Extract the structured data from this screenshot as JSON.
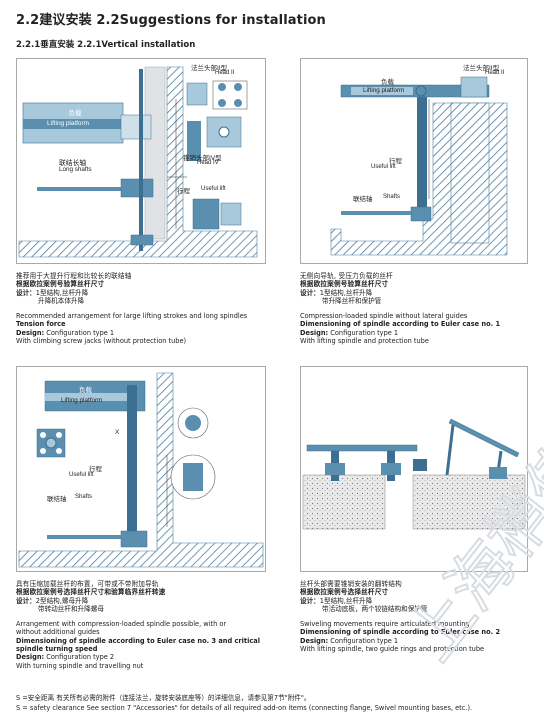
{
  "header": {
    "title": "2.2建议安装  2.2Suggestions for installation",
    "subtitle": "2.2.1垂直安装  2.2.1Vertical installation"
  },
  "panels": [
    {
      "labels": {
        "platform_zh": "负载",
        "platform_en": "Lifting platform",
        "flange_zh": "法兰头部II型",
        "flange_en": "Head II",
        "nut_zh": "锥销头部IV型",
        "nut_en": "Head IV",
        "shaft_zh": "联结长轴",
        "shaft_en": "Long shafts",
        "lift_zh": "行程",
        "lift_en": "Useful lift",
        "s": "S"
      },
      "caption": {
        "zh1": "推荐用于大提升行程和比较长的联结轴",
        "zh2": "根据欧拉案例号验算丝杆尺寸",
        "zh3a": "设计：",
        "zh3b": "1型结构,丝杆升降",
        "zh4": "升降机本体升降",
        "en1": "Recommended arrangement for large lifting strokes and long spindles",
        "en2": "Tension force",
        "en3a": "Design:",
        "en3b": " Configuration type 1",
        "en4": "With climbing screw jacks (without protection tube)"
      }
    },
    {
      "labels": {
        "platform_zh": "负载",
        "platform_en": "Lifting platform",
        "flange_zh": "法兰头部II型",
        "flange_en": "Head II",
        "lift_zh": "行程",
        "lift_en": "Useful lift",
        "shaft_zh": "联结轴",
        "shaft_en": "Shafts"
      },
      "caption": {
        "zh1": "无侧向导轨, 受压力负载的丝杆",
        "zh2": "根据欧拉案例号验算丝杆尺寸",
        "zh3a": "设计：",
        "zh3b": "1型结构,丝杆升降",
        "zh4": "带升降丝杆和保护管",
        "en1": "Compression-loaded spindle without lateral guides",
        "en2": "Dimensioning of spindle according to Euler case no. 1",
        "en3a": "Design:",
        "en3b": " Configuration type 1",
        "en4": "With lifting spindle and protection tube"
      }
    },
    {
      "labels": {
        "platform_zh": "负载",
        "platform_en": "Lifting platform",
        "lift_zh": "行程",
        "lift_en": "Useful lift",
        "shaft_zh": "联结轴",
        "shaft_en": "Shafts",
        "x": "X"
      },
      "caption": {
        "zh1": "具有压缩加载丝杆的布置，可带或不带附加导轨",
        "zh2": "根据欧拉案例号选择丝杆尺寸和验算临界丝杆转速",
        "zh3a": "设计：",
        "zh3b": "2型结构,螺母升降",
        "zh4": "带转动丝杆和升降螺母",
        "en1": "Arrangement with compression-loaded spindle possible, with or",
        "en1b": "without additional guides",
        "en2": "Dimensioning of spindle according to Euler case no. 3 and critical",
        "en2b": "spindle turning speed",
        "en3a": "Design:",
        "en3b": " Configuration type 2",
        "en4": "With turning spindle and travelling nut"
      }
    },
    {
      "caption": {
        "zh1": "丝杆头部需要锥销安装的翻转结构",
        "zh2": "根据欧拉案例号选择丝杆尺寸",
        "zh3a": "设计：",
        "zh3b": "1型结构,丝杆升降",
        "zh4": "带活动底板，两个铰链结构和保护管",
        "en1": "Swiveling movements require articulated mounting",
        "en2": "Dimensioning of spindle according to Euler case no. 2",
        "en3a": "Design:",
        "en3b": " Configuration type 1",
        "en4": "With lifting spindle, two guide rings and protection tube"
      }
    }
  ],
  "footer": {
    "zh": "S =安全距离      有关所有必需的附件（连接法兰，旋转安装底座等）的详细信息，请参见第7节\"附件\"。",
    "en": "S = safety clearance      See section 7 \"Accessories\" for details of all required add-on items (connecting flange, Swivel mounting bases, etc.)."
  },
  "watermark": "上海梢传",
  "colors": {
    "steel": "#5b8fb0",
    "steel_light": "#a8c8dc",
    "steel_dark": "#3c6f92",
    "hatch": "#4f7ea0",
    "frame": "#a9a9a9"
  }
}
